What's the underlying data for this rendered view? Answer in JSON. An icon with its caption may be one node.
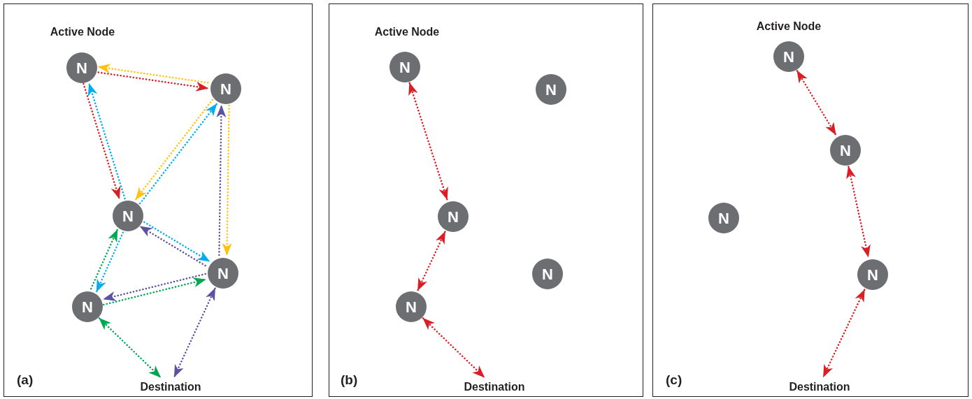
{
  "diagram": {
    "nodes": [
      {
        "text": [
          "(a)"
        ]
      },
      {
        "text": [
          "N"
        ],
        "in": 0,
        "beside": [
          "Active Node"
        ]
      },
      {
        "text": [
          "N"
        ],
        "in": 0
      },
      {
        "text": [
          "N"
        ],
        "in": 0
      },
      {
        "text": [
          "N"
        ],
        "in": 0
      },
      {
        "text": [
          "N"
        ],
        "in": 0
      },
      {
        "text": [
          "Destination"
        ],
        "in": 0
      },
      {
        "text": [
          "(b)"
        ]
      },
      {
        "text": [
          "N"
        ],
        "in": 7,
        "beside": [
          "Active Node"
        ]
      },
      {
        "text": [
          "N"
        ],
        "in": 7
      },
      {
        "text": [
          "N"
        ],
        "in": 7
      },
      {
        "text": [
          "N"
        ],
        "in": 7
      },
      {
        "text": [
          "N"
        ],
        "in": 7
      },
      {
        "text": [
          "Destination"
        ],
        "in": 7
      },
      {
        "text": [
          "(c)"
        ]
      },
      {
        "text": [
          "N"
        ],
        "in": 14,
        "beside": [
          "Active Node"
        ]
      },
      {
        "text": [
          "N"
        ],
        "in": 14
      },
      {
        "text": [
          "N"
        ],
        "in": 14
      },
      {
        "text": [
          "N"
        ],
        "in": 14
      },
      {
        "text": [
          "Destination"
        ],
        "in": 14
      }
    ],
    "edges": [
      {
        "from": 1,
        "to": 2,
        "arrow": "to",
        "color": "#d91f26"
      },
      {
        "from": 1,
        "to": 3,
        "arrow": "to",
        "color": "#d91f26"
      },
      {
        "from": 2,
        "to": 1,
        "arrow": "to",
        "color": "#ffc20e"
      },
      {
        "from": 2,
        "to": 3,
        "arrow": "to",
        "color": "#ffc20e"
      },
      {
        "from": 2,
        "to": 4,
        "arrow": "to",
        "color": "#ffc20e"
      },
      {
        "from": 3,
        "to": 1,
        "arrow": "to",
        "color": "#00aeef"
      },
      {
        "from": 3,
        "to": 2,
        "arrow": "to",
        "color": "#00aeef"
      },
      {
        "from": 3,
        "to": 4,
        "arrow": "to",
        "color": "#00aeef"
      },
      {
        "from": 3,
        "to": 5,
        "arrow": "to",
        "color": "#00aeef"
      },
      {
        "from": 4,
        "to": 2,
        "arrow": "to",
        "color": "#5b52a3"
      },
      {
        "from": 4,
        "to": 3,
        "arrow": "to",
        "color": "#5b52a3"
      },
      {
        "from": 4,
        "to": 5,
        "arrow": "to",
        "color": "#5b52a3"
      },
      {
        "from": 4,
        "to": 6,
        "arrow": "both",
        "color": "#5b52a3"
      },
      {
        "from": 5,
        "to": 3,
        "arrow": "to",
        "color": "#00a651"
      },
      {
        "from": 5,
        "to": 4,
        "arrow": "to",
        "color": "#00a651"
      },
      {
        "from": 5,
        "to": 6,
        "arrow": "both",
        "color": "#00a651"
      },
      {
        "from": 8,
        "to": 10,
        "arrow": "both",
        "color": "#d91f26"
      },
      {
        "from": 10,
        "to": 12,
        "arrow": "both",
        "color": "#d91f26"
      },
      {
        "from": 12,
        "to": 13,
        "arrow": "both",
        "color": "#d91f26"
      },
      {
        "from": 15,
        "to": 16,
        "arrow": "both",
        "color": "#d91f26"
      },
      {
        "from": 16,
        "to": 18,
        "arrow": "both",
        "color": "#d91f26"
      },
      {
        "from": 18,
        "to": 19,
        "arrow": "both",
        "color": "#d91f26"
      }
    ]
  }
}
